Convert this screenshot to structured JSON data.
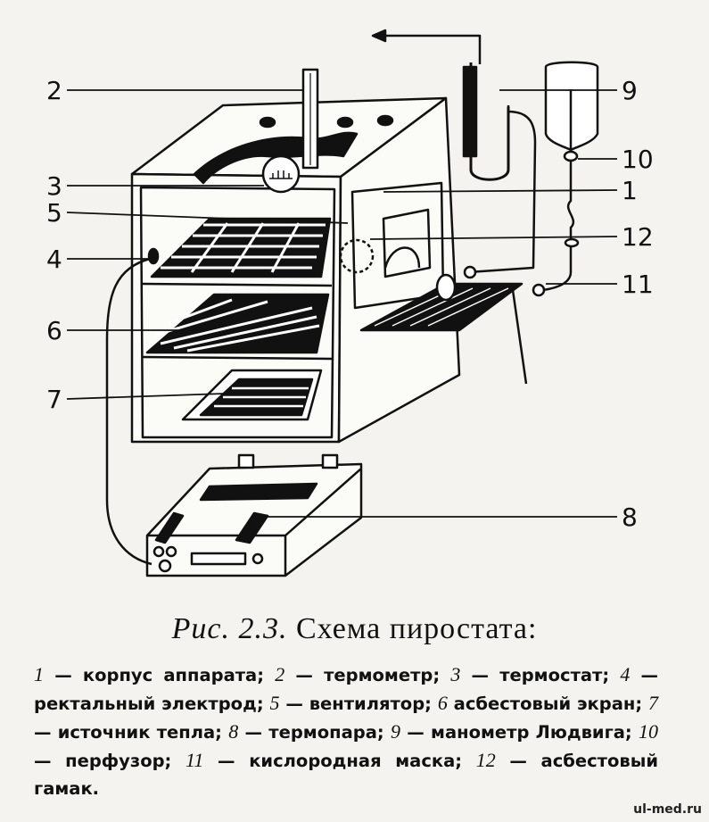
{
  "callouts": [
    "2",
    "9",
    "3",
    "10",
    "5",
    "1",
    "12",
    "4",
    "11",
    "6",
    "7",
    "8"
  ],
  "caption": {
    "prefix": "Рис. 2.3.",
    "title": "Схема пиростата:"
  },
  "legend": [
    {
      "n": "1",
      "text": "— корпус аппарата;"
    },
    {
      "n": "2",
      "text": "— термометр;"
    },
    {
      "n": "3",
      "text": "— термостат;"
    },
    {
      "n": "4",
      "text": "— ректальный электрод;"
    },
    {
      "n": "5",
      "text": "— вентилятор;"
    },
    {
      "n": "6",
      "text": "асбестовый экран;"
    },
    {
      "n": "7",
      "text": "— источник тепла;"
    },
    {
      "n": "8",
      "text": "— термопара;"
    },
    {
      "n": "9",
      "text": "— манометр Людвига;"
    },
    {
      "n": "10",
      "text": "— перфузор;"
    },
    {
      "n": "11",
      "text": "— кислородная маска;"
    },
    {
      "n": "12",
      "text": "— асбестовый гамак."
    }
  ],
  "watermark": "ul-med.ru"
}
